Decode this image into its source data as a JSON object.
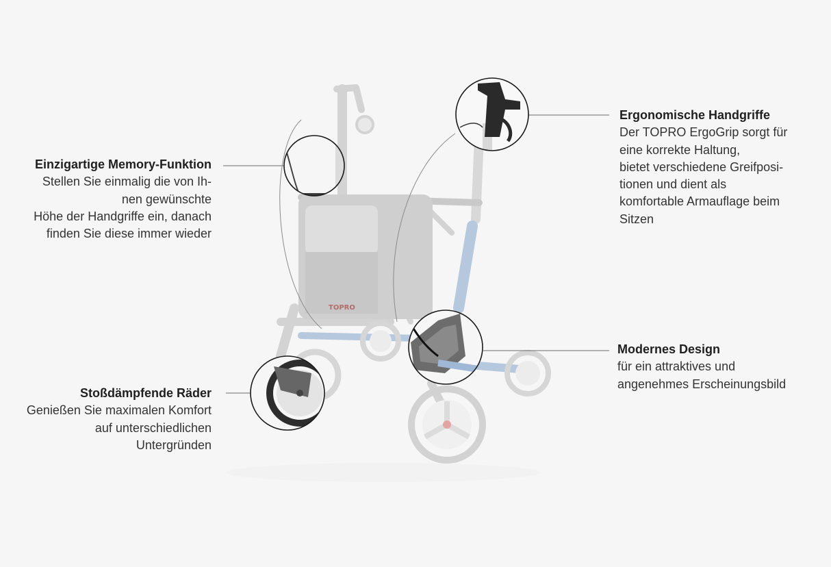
{
  "features": {
    "memory": {
      "title": "Einzigartige Memory-Funktion",
      "lines": [
        "Stellen Sie einmalig die von Ih-",
        "nen gewünschte",
        "Höhe der Handgriffe ein, danach",
        "finden Sie diese immer wieder"
      ]
    },
    "shock": {
      "title": "Stoßdämpfende Räder",
      "lines": [
        "Genießen Sie maximalen Komfort",
        "auf unterschiedlichen",
        "Untergründen"
      ]
    },
    "grip": {
      "title": "Ergonomische Handgriffe",
      "lines": [
        "Der TOPRO ErgoGrip sorgt für",
        "eine korrekte Haltung,",
        "bietet verschiedene Greifposi-",
        "tionen und dient als",
        "komfortable Armauflage beim",
        "Sitzen"
      ]
    },
    "design": {
      "title": "Modernes Design",
      "lines": [
        "für ein attraktives und",
        "angenehmes Erscheinungsbild"
      ]
    }
  },
  "product": {
    "bag_logo": "TOPRO",
    "frame_color": "#9fb8d6",
    "ghost_color": "#cfcfcf"
  }
}
